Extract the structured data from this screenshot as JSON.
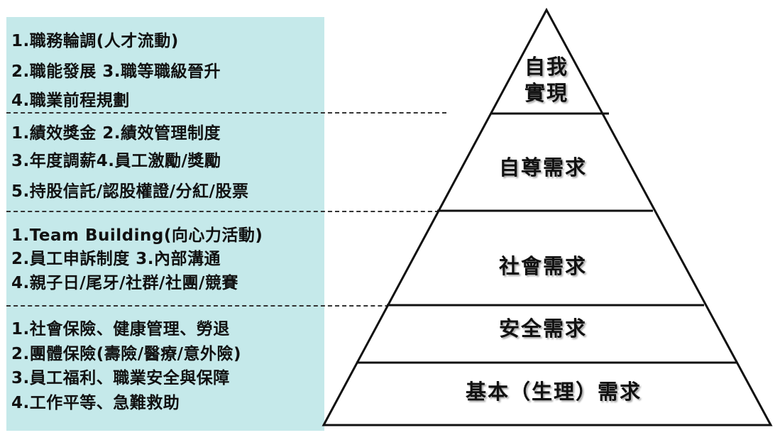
{
  "left_panel": {
    "sections": [
      {
        "lines": [
          "1.職務輪調(人才流動)",
          "2.職能發展  3.職等職級晉升",
          "4.職業前程規劃"
        ]
      },
      {
        "lines": [
          "1.績效獎金   2.績效管理制度",
          "3.年度調薪4.員工激勵/獎勵",
          "5.持股信託/認股權證/分紅/股票"
        ]
      },
      {
        "lines": [
          "1.Team Building(向心力活動)",
          "2.員工申訴制度  3.內部溝通",
          "4.親子日/尾牙/社群/社團/競賽"
        ]
      },
      {
        "lines": [
          "1.社會保險、健康管理、勞退",
          "2.團體保險(壽險/醫療/意外險)",
          "3.員工福利、職業安全與保障",
          "4.工作平等、急難救助"
        ]
      }
    ]
  },
  "pyramid": {
    "levels": [
      {
        "label_lines": [
          "自我",
          "實現"
        ]
      },
      {
        "label_lines": [
          "自尊需求"
        ]
      },
      {
        "label_lines": [
          "社會需求"
        ]
      },
      {
        "label_lines": [
          "安全需求"
        ]
      },
      {
        "label_lines": [
          "基本（生理）需求"
        ]
      }
    ]
  },
  "colors": {
    "panel_bg": "#c5e9ea",
    "line": "#111111"
  }
}
